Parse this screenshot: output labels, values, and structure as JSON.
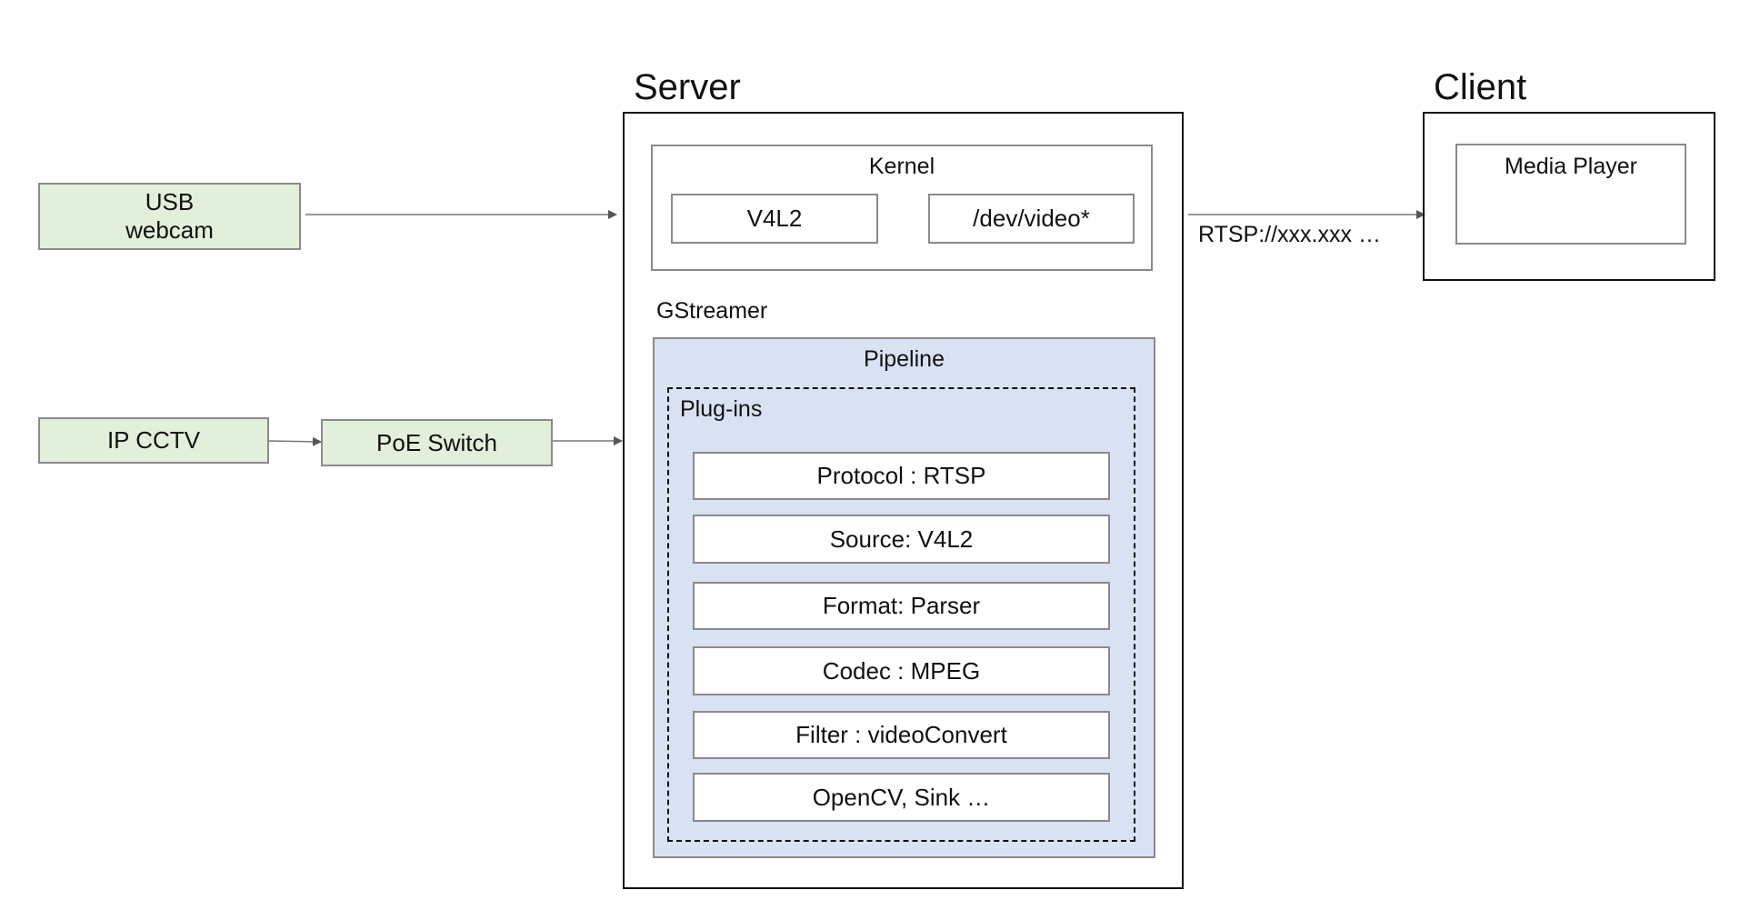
{
  "server": {
    "title": "Server",
    "kernel": {
      "title": "Kernel",
      "v4l2": "V4L2",
      "dev_video": "/dev/video*"
    },
    "gstreamer_label": "GStreamer",
    "pipeline": {
      "title": "Pipeline",
      "plugins_title": "Plug-ins",
      "plugins": [
        "Protocol : RTSP",
        "Source: V4L2",
        "Format: Parser",
        "Codec : MPEG",
        "Filter : videoConvert",
        "OpenCV, Sink …"
      ]
    }
  },
  "client": {
    "title": "Client",
    "media_player": "Media Player"
  },
  "sources": {
    "usb_line1": "USB",
    "usb_line2": "webcam",
    "ip_cctv": "IP CCTV",
    "poe_switch": "PoE Switch"
  },
  "rtsp_label": "RTSP://xxx.xxx …",
  "colors": {
    "source_fill": "#e2efda",
    "pipeline_fill": "#d9e2f3",
    "border": "#8a8a8a"
  }
}
